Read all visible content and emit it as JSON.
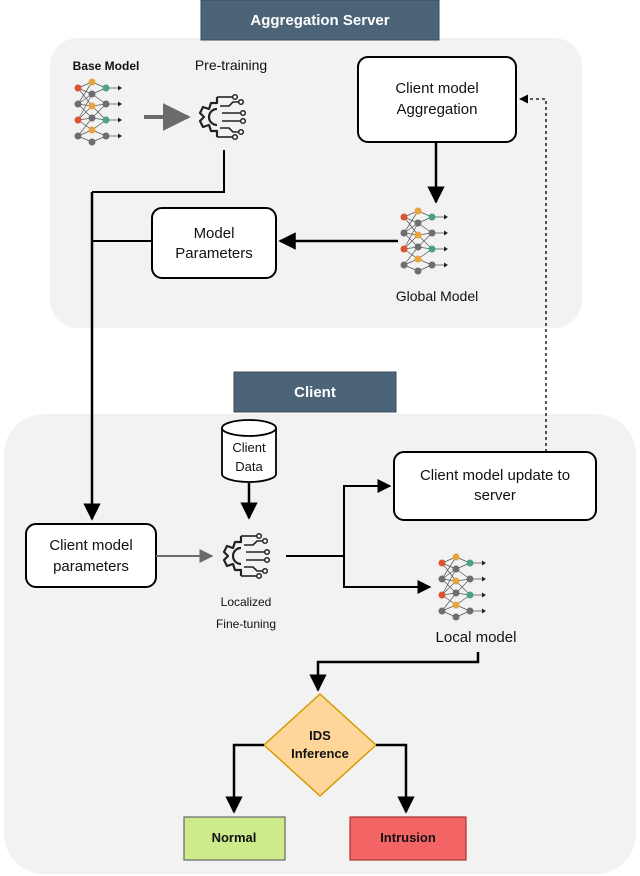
{
  "server": {
    "title": "Aggregation Server",
    "base_model_label": "Base Model",
    "pretraining_label": "Pre-training",
    "aggregation_line1": "Client model",
    "aggregation_line2": "Aggregation",
    "params_line1": "Model",
    "params_line2": "Parameters",
    "global_model_label": "Global Model"
  },
  "client": {
    "title": "Client",
    "data_line1": "Client",
    "data_line2": "Data",
    "update_line1": "Client model update to",
    "update_line2": "server",
    "params_line1": "Client model",
    "params_line2": "parameters",
    "finetune_line1": "Localized",
    "finetune_line2": "Fine-tuning",
    "local_model_label": "Local model",
    "ids_line1": "IDS",
    "ids_line2": "Inference",
    "normal_label": "Normal",
    "intrusion_label": "Intrusion"
  },
  "icons": [
    "neural-network-icon",
    "gear-circuit-icon",
    "database-cylinder-icon"
  ],
  "colors": {
    "title_bar": "#4c6478",
    "panel_fill": "#f2f2f2",
    "ids_diamond": "#ffd699",
    "ids_border": "#d79b00",
    "normal_fill": "#cdeb8b",
    "intrusion_fill": "#f36464",
    "node_orange": "#e8a33d",
    "node_red": "#d9542f",
    "node_teal": "#4aa37f",
    "node_gray": "#6e6e6e"
  }
}
